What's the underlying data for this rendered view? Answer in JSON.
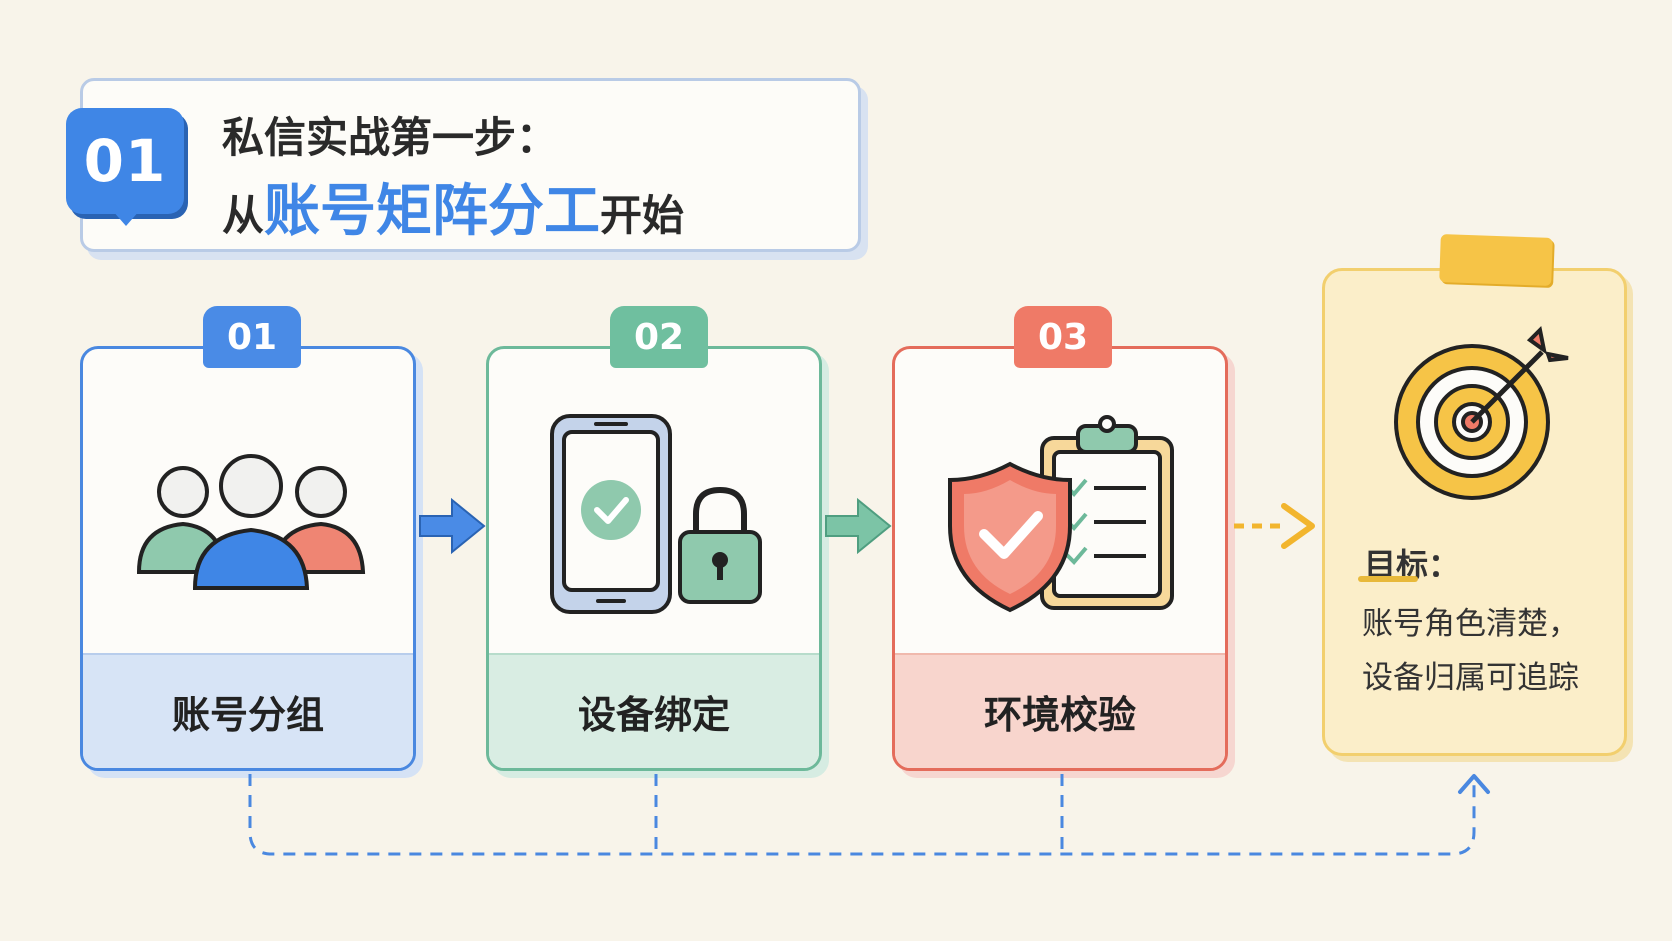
{
  "header": {
    "badge": "01",
    "line1": "私信实战第一步：",
    "line2_prefix": "从",
    "line2_highlight": "账号矩阵分工",
    "line2_suffix": "开始"
  },
  "steps": [
    {
      "number": "01",
      "label": "账号分组",
      "icon": "users-group-icon",
      "color": "#4a88e0"
    },
    {
      "number": "02",
      "label": "设备绑定",
      "icon": "phone-lock-icon",
      "color": "#6db99a"
    },
    {
      "number": "03",
      "label": "环境校验",
      "icon": "shield-checklist-icon",
      "color": "#e46c5b"
    }
  ],
  "goal": {
    "title": "目标：",
    "line1": "账号角色清楚，",
    "line2": "设备归属可追踪",
    "icon": "target-arrow-icon",
    "color": "#f2cf6e"
  }
}
